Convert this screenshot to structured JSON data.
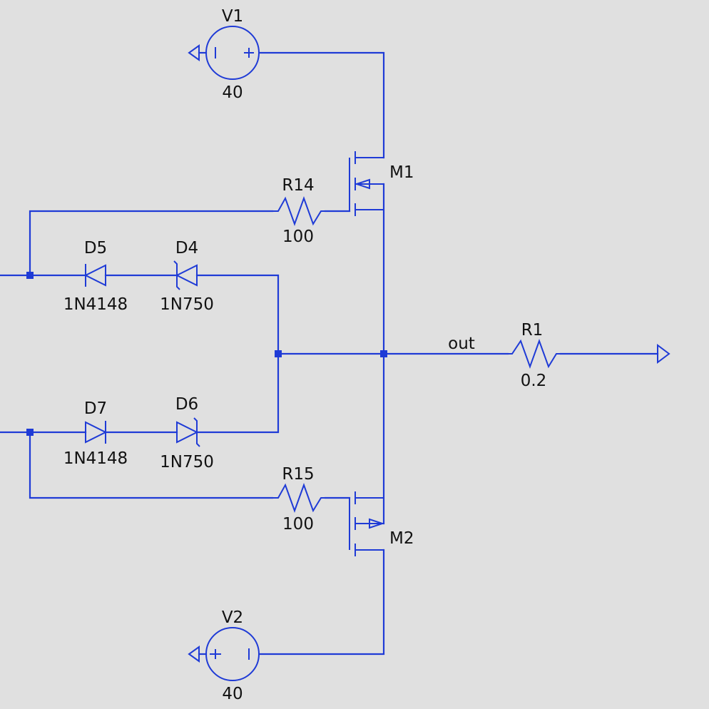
{
  "components": {
    "V1": {
      "name": "V1",
      "value": "40"
    },
    "V2": {
      "name": "V2",
      "value": "40"
    },
    "M1": {
      "name": "M1"
    },
    "M2": {
      "name": "M2"
    },
    "R14": {
      "name": "R14",
      "value": "100"
    },
    "R15": {
      "name": "R15",
      "value": "100"
    },
    "R1": {
      "name": "R1",
      "value": "0.2"
    },
    "D5": {
      "name": "D5",
      "value": "1N4148"
    },
    "D4": {
      "name": "D4",
      "value": "1N750"
    },
    "D7": {
      "name": "D7",
      "value": "1N4148"
    },
    "D6": {
      "name": "D6",
      "value": "1N750"
    }
  },
  "nets": {
    "out": "out"
  },
  "colors": {
    "wire": "#1f3bd6",
    "background": "#e0e0e0",
    "text": "#111111"
  }
}
